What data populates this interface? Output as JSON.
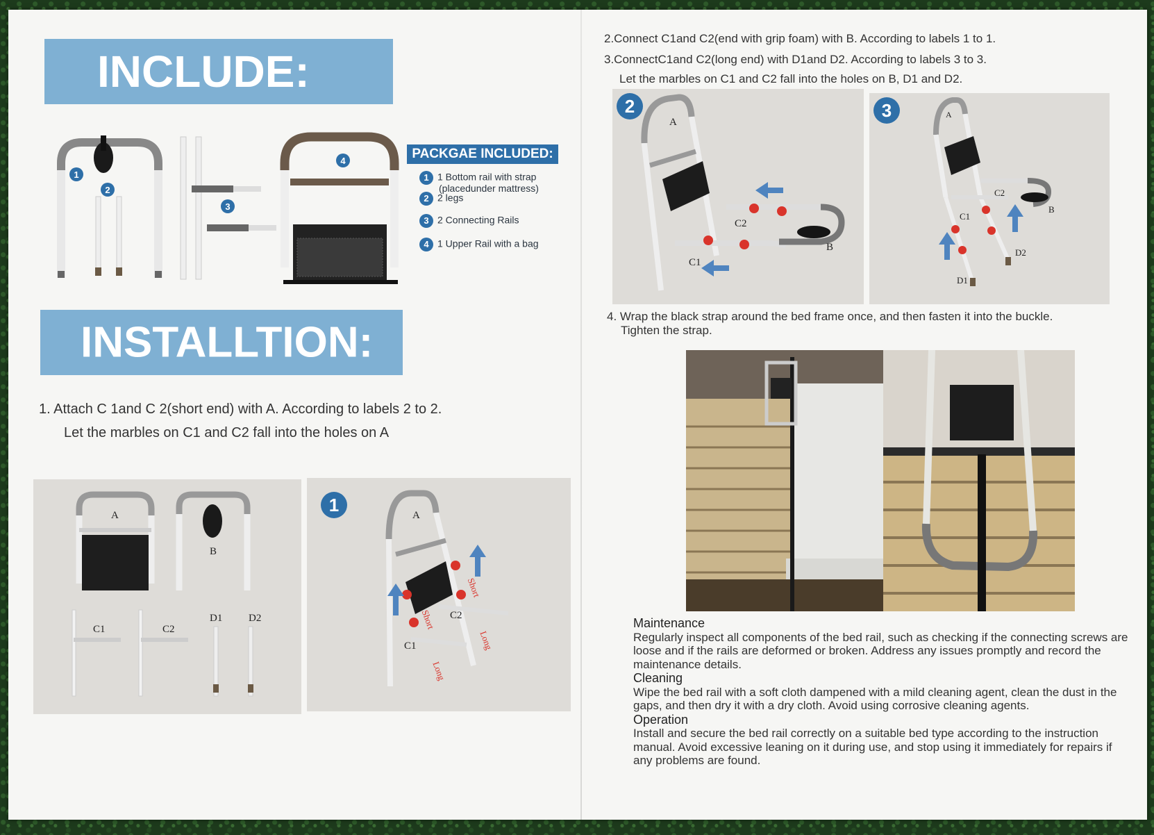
{
  "include_heading": "INCLUDE:",
  "installation_heading": "INSTALLTION:",
  "package": {
    "title": "PACKGAE INCLUDED:",
    "items": [
      {
        "num": "1",
        "line1": "1 Bottom rail with strap",
        "line2": "(placedunder mattress)"
      },
      {
        "num": "2",
        "line1": "2 legs"
      },
      {
        "num": "3",
        "line1": "2 Connecting Rails"
      },
      {
        "num": "4",
        "line1": "1 Upper Rail with a bag"
      }
    ]
  },
  "illustration_numbers": [
    "1",
    "2",
    "3",
    "4"
  ],
  "step1": {
    "line1": "1.   Attach C 1and C 2(short end) with A. According to labels 2 to 2.",
    "line2": "Let the marbles on C1 and C2 fall into the holes on A"
  },
  "step2": "2.Connect C1and C2(end with grip foam) with B. According to labels 1 to 1.",
  "step3": {
    "line1": "3.ConnectC1and C2(long end) with D1and D2. According to labels 3 to 3.",
    "line2": "Let the marbles on C1 and C2 fall into the holes on B, D1 and D2."
  },
  "step4": {
    "line1": "4. Wrap the black strap around the bed frame once, and then fasten it into the buckle.",
    "line2": "Tighten the strap."
  },
  "parts_labels": {
    "a": "A",
    "b": "B",
    "c1": "C1",
    "c2": "C2",
    "d1": "D1",
    "d2": "D2"
  },
  "diagram1": {
    "badge": "1",
    "short": "Short",
    "long": "Long",
    "a": "A",
    "c1": "C1",
    "c2": "C2"
  },
  "diagram2": {
    "badge": "2",
    "a": "A",
    "b": "B",
    "c1": "C1",
    "c2": "C2"
  },
  "diagram3": {
    "badge": "3",
    "a": "A",
    "b": "B",
    "c1": "C1",
    "c2": "C2",
    "d1": "D1",
    "d2": "D2"
  },
  "maintenance": {
    "title": "Maintenance",
    "text": "Regularly inspect all components of the bed rail, such as checking if the connecting screws are loose and if the rails are deformed or broken. Address any issues promptly and record the maintenance details."
  },
  "cleaning": {
    "title": "Cleaning",
    "text": "Wipe the bed rail with a soft cloth dampened with a mild cleaning agent, clean the dust in the gaps, and then dry it with a dry cloth. Avoid using corrosive cleaning agents."
  },
  "operation": {
    "title": "Operation",
    "text": "Install and secure the bed rail correctly on a suitable bed type according to the instruction manual. Avoid excessive leaning on it during use, and stop using it immediately for repairs if any problems are found."
  },
  "colors": {
    "banner": "#7fb0d3",
    "accent_blue": "#2e6fa8",
    "marker_red": "#d9342b"
  }
}
